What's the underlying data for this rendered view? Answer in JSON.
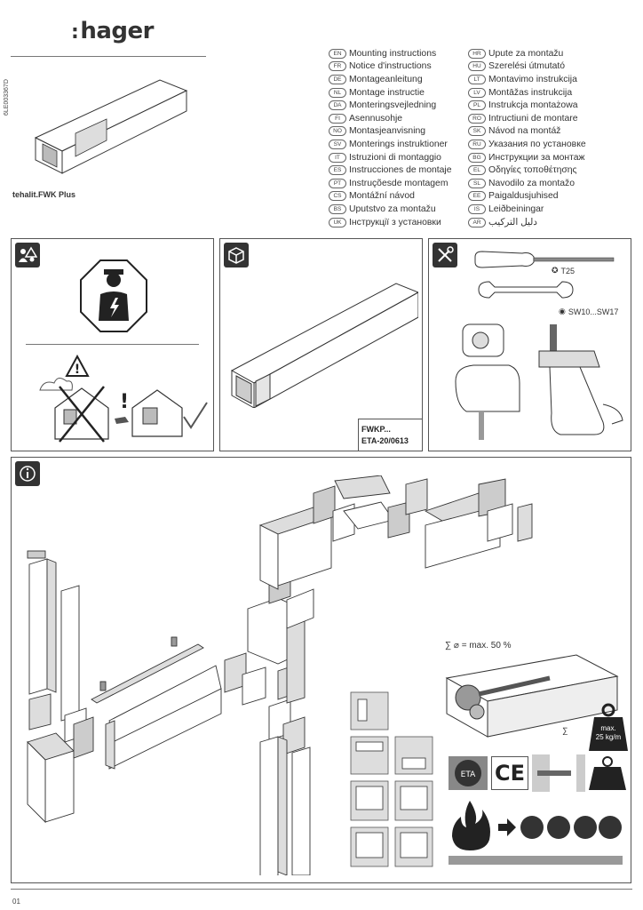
{
  "brand": {
    "dots": ":",
    "name": "hager"
  },
  "document": {
    "number": "6LE003367D",
    "page": "01"
  },
  "product": {
    "name": "tehalit.FWK Plus"
  },
  "languages_left": [
    {
      "code": "EN",
      "label": "Mounting instructions"
    },
    {
      "code": "FR",
      "label": "Notice d'instructions"
    },
    {
      "code": "DE",
      "label": "Montageanleitung"
    },
    {
      "code": "NL",
      "label": "Montage instructie"
    },
    {
      "code": "DA",
      "label": "Monteringsvejledning"
    },
    {
      "code": "FI",
      "label": "Asennusohje"
    },
    {
      "code": "NO",
      "label": "Montasjeanvisning"
    },
    {
      "code": "SV",
      "label": "Monterings instruktioner"
    },
    {
      "code": "IT",
      "label": "Istruzioni di montaggio"
    },
    {
      "code": "ES",
      "label": "Instrucciones de montaje"
    },
    {
      "code": "PT",
      "label": "Instruçõesde montagem"
    },
    {
      "code": "CS",
      "label": "Montážní návod"
    },
    {
      "code": "BS",
      "label": "Uputstvo za montažu"
    },
    {
      "code": "UK",
      "label": "Інструкції з установки"
    }
  ],
  "languages_right": [
    {
      "code": "HR",
      "label": "Upute za montažu"
    },
    {
      "code": "HU",
      "label": "Szerelési útmutató"
    },
    {
      "code": "LT",
      "label": "Montavimo instrukcija"
    },
    {
      "code": "LV",
      "label": "Montāžas instrukcija"
    },
    {
      "code": "PL",
      "label": "Instrukcja montażowa"
    },
    {
      "code": "RO",
      "label": "Intructiuni de montare"
    },
    {
      "code": "SK",
      "label": "Návod na montáž"
    },
    {
      "code": "RU",
      "label": "Указания по установке"
    },
    {
      "code": "BG",
      "label": "Инструкции за монтаж"
    },
    {
      "code": "EL",
      "label": "Οδηγίες τοποθέτησης"
    },
    {
      "code": "SL",
      "label": "Navodilo za montažo"
    },
    {
      "code": "EE",
      "label": "Paigaldusjuhised"
    },
    {
      "code": "IS",
      "label": "Leiðbeiningar"
    },
    {
      "code": "AR",
      "label": "دليل التركيب"
    }
  ],
  "package": {
    "line1": "FWKP...",
    "line2": "ETA-20/0613"
  },
  "tools": {
    "screwdriver": "T25",
    "wrench": "SW10...SW17"
  },
  "capacity": {
    "fill_label": "∑ ⌀ = max. 50 %",
    "load_prefix": "∑",
    "load_label": "max.",
    "load_value": "25 kg/m"
  },
  "marks": {
    "ce": "CE",
    "eta": "ETA"
  },
  "icons": {
    "safety": "safety-people-icon",
    "package": "package-box-icon",
    "tools": "tools-icon",
    "info": "info-icon"
  },
  "colors": {
    "icon_bg": "#333333",
    "line": "#555555"
  }
}
